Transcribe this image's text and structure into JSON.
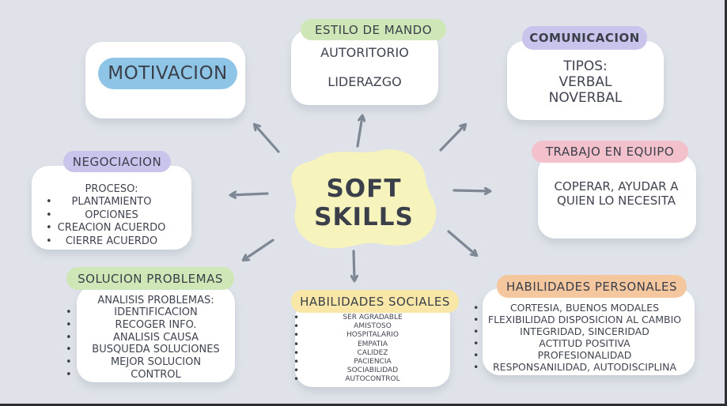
{
  "center": {
    "line1": "SOFT",
    "line2": "SKILLS"
  },
  "motivacion": {
    "title": "MOTIVACION"
  },
  "estilo": {
    "title": "ESTILO DE MANDO",
    "items": [
      "AUTORITORIO",
      "LIDERAZGO"
    ]
  },
  "comunicacion": {
    "title": "COMUNICACION",
    "lines": [
      "TIPOS:",
      "VERBAL",
      "NOVERBAL"
    ]
  },
  "negociacion": {
    "title": "NEGOCIACION",
    "intro": "PROCESO:",
    "items": [
      "PLANTAMIENTO",
      "OPCIONES",
      "CREACION ACUERDO",
      "CIERRE ACUERDO"
    ]
  },
  "trabajo": {
    "title": "TRABAJO EN EQUIPO",
    "lines": [
      "COPERAR, AYUDAR A",
      "QUIEN LO NECESITA"
    ]
  },
  "solucion": {
    "title": "SOLUCION PROBLEMAS",
    "intro": "ANALISIS PROBLEMAS:",
    "items": [
      "IDENTIFICACION",
      "RECOGER INFO.",
      "ANALISIS CAUSA",
      "BUSQUEDA SOLUCIONES",
      "MEJOR SOLUCION",
      "CONTROL"
    ]
  },
  "sociales": {
    "title": "HABILIDADES SOCIALES",
    "items": [
      "SER AGRADABLE",
      "AMISTOSO",
      "HOSPITALARIO",
      "EMPATIA",
      "CALIDEZ",
      "PACIENCIA",
      "SOCIABILIDAD",
      "AUTOCONTROL"
    ]
  },
  "personales": {
    "title": "HABILIDADES PERSONALES",
    "items": [
      "CORTESIA, BUENOS MODALES",
      "FLEXIBILIDAD DISPOSICION AL CAMBIO",
      "INTEGRIDAD, SINCERIDAD",
      "ACTITUD POSITIVA",
      "PROFESIONALIDAD",
      "RESPONSANILIDAD, AUTODISCIPLINA"
    ]
  },
  "colors": {
    "background": "#dfe3e9",
    "blob": "#f7f3bd",
    "blue_pill": "#8ec5e6",
    "green_pill": "#cfe7b6",
    "purple_pill": "#c9c4ec",
    "pink_pill": "#f3c1cb",
    "orange_pill": "#f4c79e",
    "yellow_pill": "#f8e7a6",
    "arrow": "#7e8794"
  }
}
